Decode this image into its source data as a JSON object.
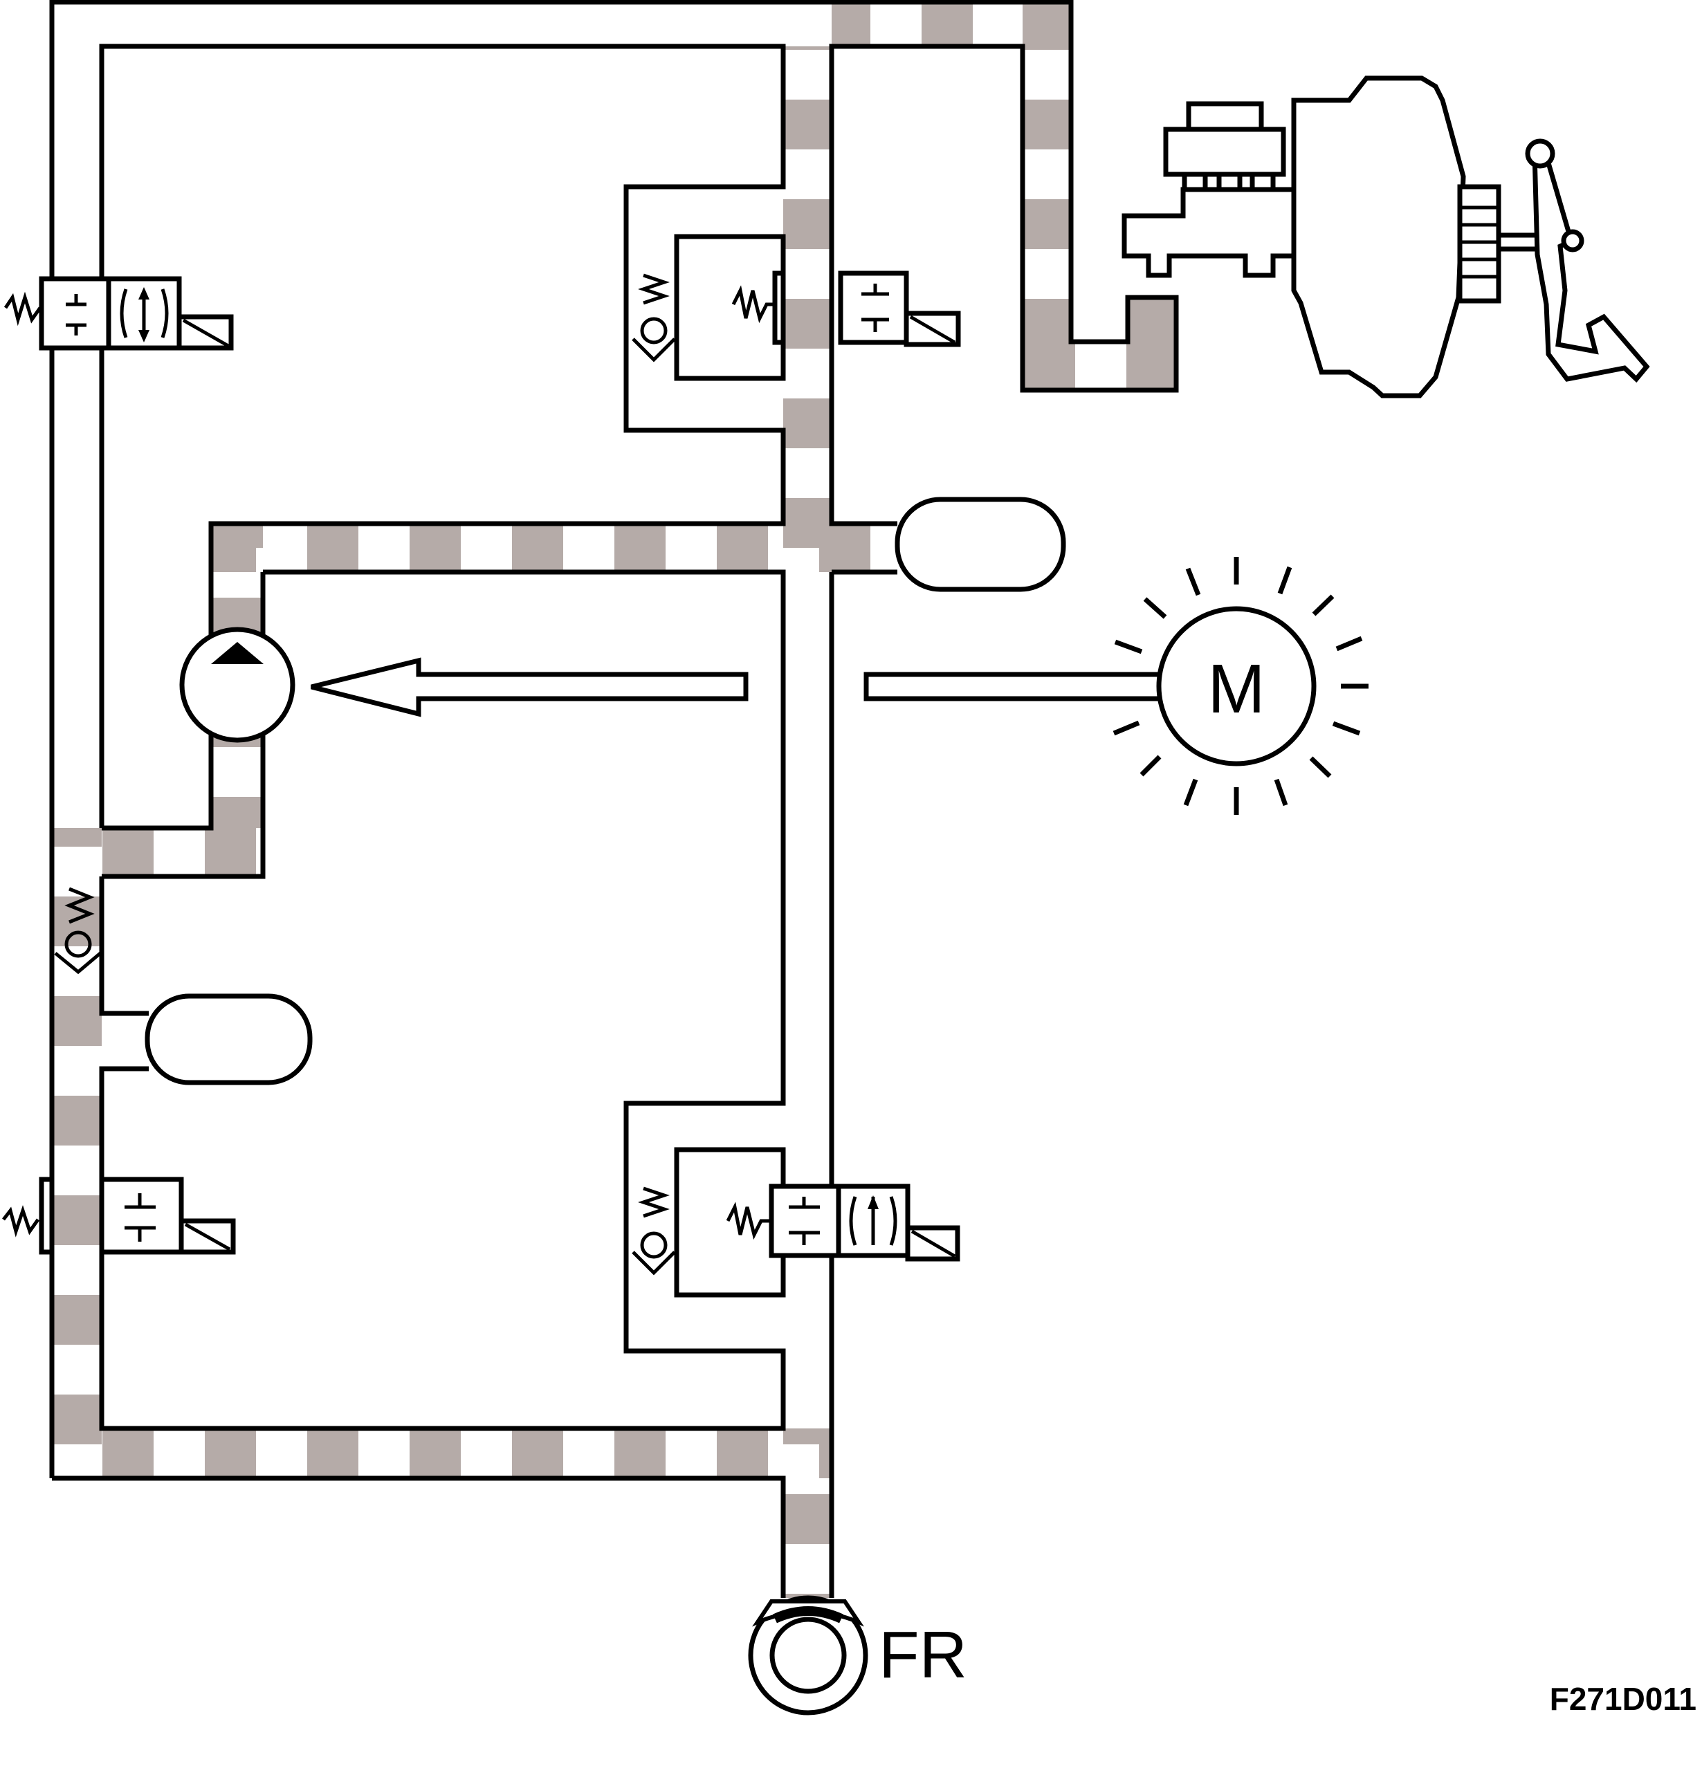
{
  "diagram": {
    "wheel_label": "FR",
    "motor_label": "M",
    "figure_code": "F271D011",
    "colors": {
      "pressure_fill": "#b5aba8",
      "line": "#000000",
      "background": "#ffffff"
    }
  }
}
